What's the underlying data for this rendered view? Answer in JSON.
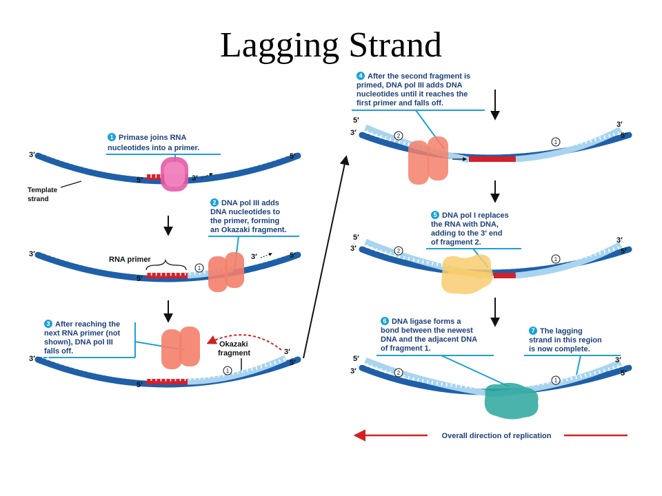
{
  "title": "Lagging Strand",
  "labels": {
    "three_prime": "3′",
    "five_prime": "5′",
    "template_strand": [
      "Template",
      "strand"
    ],
    "rna_primer": "RNA primer",
    "okazaki_fragment": [
      "Okazaki",
      "fragment"
    ],
    "fragment_1": "1",
    "fragment_2": "2"
  },
  "steps": [
    {
      "number": "1",
      "lines": [
        "Primase joins RNA",
        "nucleotides into a primer."
      ]
    },
    {
      "number": "2",
      "lines": [
        "DNA pol III adds",
        "DNA nucleotides to",
        "the primer, forming",
        "an Okazaki fragment."
      ]
    },
    {
      "number": "3",
      "lines": [
        "After reaching the",
        "next RNA primer (not",
        "shown), DNA pol III",
        "falls off."
      ]
    },
    {
      "number": "4",
      "lines": [
        "After the second fragment is",
        "primed, DNA pol III adds DNA",
        "nucleotides until it reaches the",
        "first primer and falls off."
      ]
    },
    {
      "number": "5",
      "lines": [
        "DNA pol I replaces",
        "the RNA with DNA,",
        "adding to the 3′ end",
        "of fragment 2."
      ]
    },
    {
      "number": "6",
      "lines": [
        "DNA ligase forms a",
        "bond between the newest",
        "DNA and the adjacent DNA",
        "of fragment 1."
      ]
    },
    {
      "number": "7",
      "lines": [
        "The lagging",
        "strand in this region",
        "is now complete."
      ]
    }
  ],
  "overall_direction": "Overall direction of replication",
  "colors": {
    "template_strand": "#1f5fa8",
    "new_dna": "#a8d4f0",
    "rna_primer": "#d4202a",
    "primase": "#e65aa8",
    "dna_pol_iii": "#f4806a",
    "dna_pol_i": "#f8cd6e",
    "dna_ligase": "#2aa69e",
    "callout": "#1aa0d8",
    "direction_arrow": "#d42020"
  }
}
